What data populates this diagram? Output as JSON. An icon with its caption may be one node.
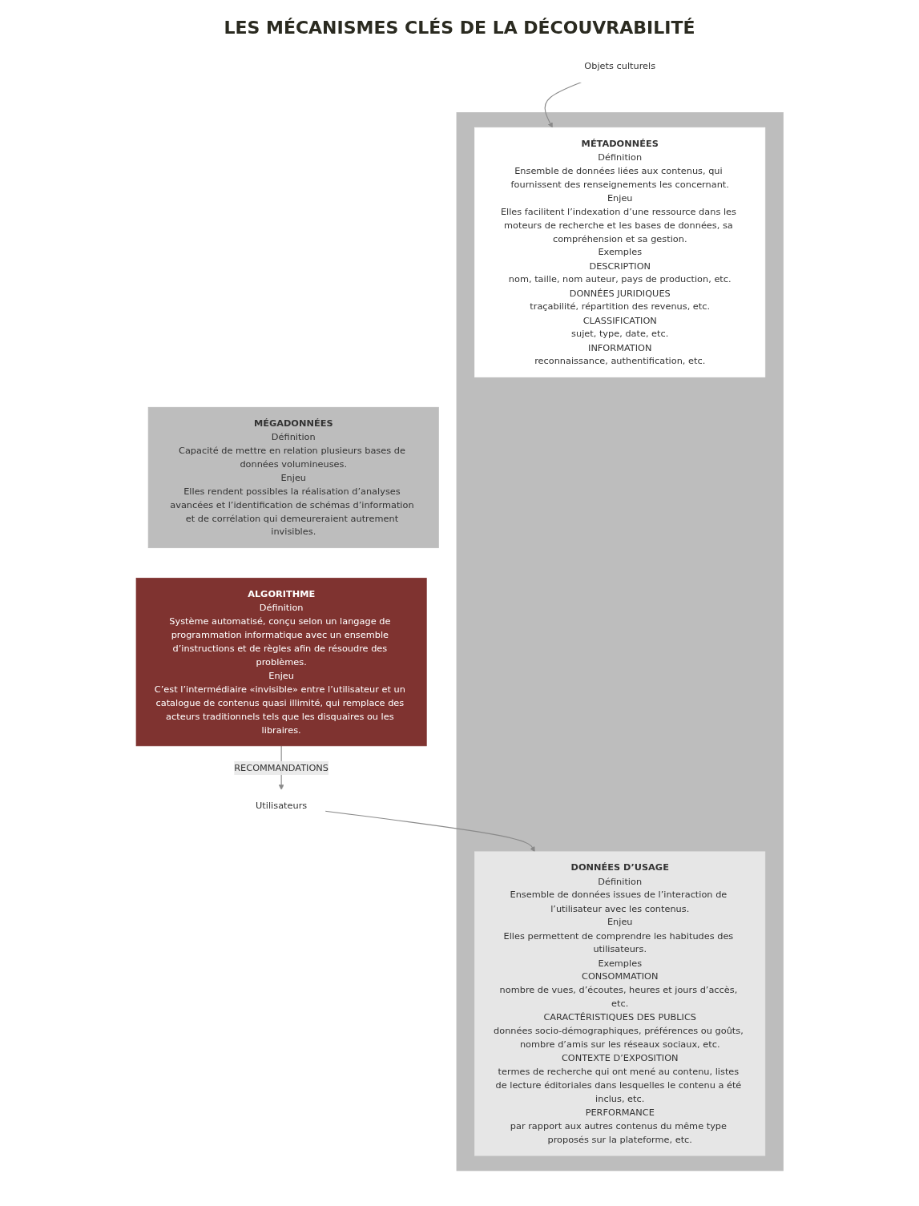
{
  "diagram": {
    "title": "LES MÉCANISMES CLÉS DE LA DÉCOUVRABILITÉ",
    "nodes": [
      {
        "text": [
          "Objets culturels"
        ]
      },
      {
        "text": [
          "Utilisateurs"
        ]
      },
      {
        "text": [],
        "shape": "box"
      },
      {
        "text": [
          "MÉTADONNÉES",
          "Définition",
          "Ensemble de données liées aux contenus, qui fournissent des renseignements les concernant.",
          "Enjeu",
          "Elles facilitent l’indexation d’une ressource dans les moteurs de recherche et les bases de données, sa compréhension et sa gestion.",
          "Exemples",
          "DESCRIPTION",
          "nom, taille, nom auteur, pays de production, etc.",
          "DONNÉES JURIDIQUES",
          "traçabilité, répartition des revenus, etc.",
          "CLASSIFICATION",
          "sujet, type, date, etc.",
          "INFORMATION",
          "reconnaissance, authentification, etc."
        ],
        "in": 2
      },
      {
        "text": [
          "DONNÉES D’USAGE",
          "Définition",
          "Ensemble de données issues de l’interaction de l’utilisateur avec les contenus.",
          "Enjeu",
          "Elles permettent de comprendre les habitudes des utilisateurs.",
          "Exemples",
          "CONSOMMATION",
          "nombre de vues, d’écoutes, heures et jours d’accès, etc.",
          "CARACTÉRISTIQUES DES PUBLICS",
          "données socio-démographiques, préférences ou goûts, nombre d’amis sur les réseaux sociaux, etc.",
          "CONTEXTE D’EXPOSITION",
          "termes de recherche qui ont mené au contenu, listes de lecture éditoriales dans lesquelles le contenu a été inclus, etc.",
          "PERFORMANCE",
          "par rapport aux autres contenus du même type proposés sur la plateforme, etc."
        ],
        "in": 2
      },
      {
        "text": [
          "MÉGADONNÉES",
          "Définition",
          "Capacité de mettre en relation plusieurs bases de données volumineuses.",
          "Enjeu",
          "Elles rendent possibles la réalisation d’analyses avancées et l’identification de schémas d’information et de corrélation qui demeureraient autrement invisibles."
        ]
      },
      {
        "text": [
          "ALGORITHME",
          "Définition",
          "Système automatisé, conçu selon un langage de programmation informatique avec un ensemble d’instructions et de règles afin de résoudre des problèmes.",
          "Enjeu",
          "C’est l’intermédiaire «invisible» entre l’utilisateur et un catalogue de contenus quasi illimité, qui remplace des acteurs traditionnels tels que les disquaires ou les libraires."
        ]
      }
    ],
    "edges": [
      {
        "from": 0,
        "to": 3,
        "arrow": "to"
      },
      {
        "from": 1,
        "to": 4,
        "arrow": "to"
      },
      {
        "from": 6,
        "to": 1,
        "arrow": "to",
        "label": "RECOMMANDATIONS"
      }
    ]
  }
}
